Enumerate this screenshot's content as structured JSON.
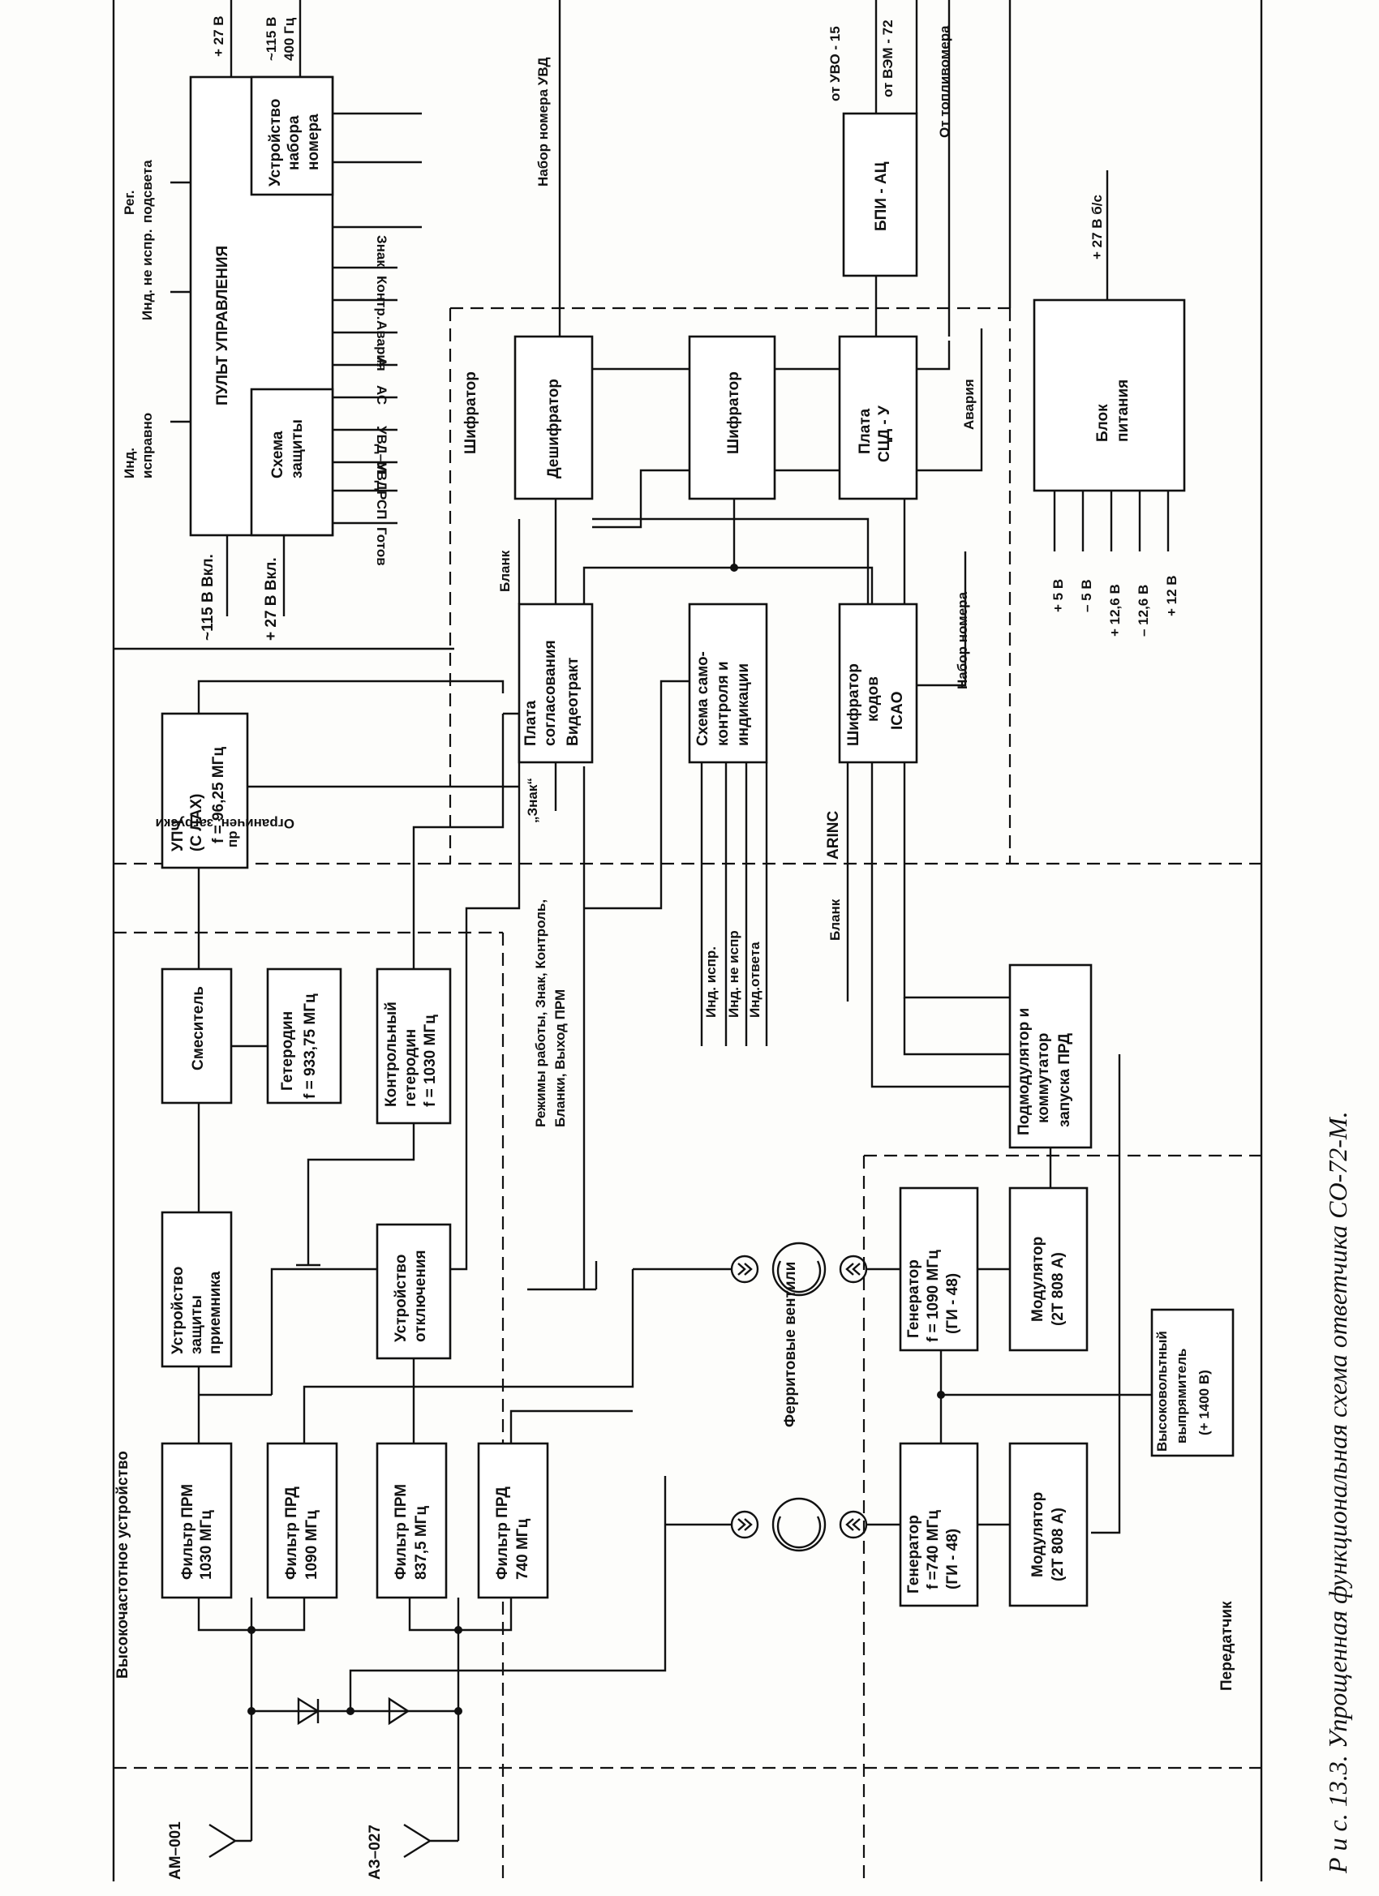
{
  "caption": "Р и с. 13.3. Упрощенная функциональная схема ответчика СО-72-М.",
  "sections": {
    "hf_device": "Высокочастотное устройство",
    "transmitter": "Передатчик",
    "coder": "Шифратор",
    "ferrite": "Ферритовые вентили"
  },
  "antennas": {
    "top": "АМ–001",
    "bottom": "АЗ–027"
  },
  "filters": {
    "f1": [
      "Фильтр ПРМ",
      "1030 МГц"
    ],
    "f2": [
      "Фильтр ПРД",
      "1090 МГц"
    ],
    "f3": [
      "Фильтр ПРМ",
      "837,5 МГц"
    ],
    "f4": [
      "Фильтр ПРД",
      "740 МГц"
    ]
  },
  "blocks": {
    "protect": [
      "Устройство",
      "защиты",
      "приемника"
    ],
    "mixer": "Смеситель",
    "lo": [
      "Гетеродин",
      "f = 933,75 МГц"
    ],
    "ctrl_lo": [
      "Контрольный",
      "гетеродин",
      "f = 1030 МГц"
    ],
    "disconnect": [
      "Устройство",
      "отключения"
    ],
    "if_amp": [
      "УПЧ",
      "(С ЛАХ)",
      "f   = 96,25 МГц",
      "пр"
    ],
    "match": [
      "Плата",
      "согласования",
      "Видеотракт"
    ],
    "selftest": [
      "Схема само-",
      "контроля и",
      "индикации"
    ],
    "icao": [
      "Шифратор",
      "кодов",
      "ICAO"
    ],
    "decoder": "Дешифратор",
    "coder_blk": "Шифратор",
    "ssd": [
      "Плата",
      "СЦД - У"
    ],
    "bpi": "БПИ - АЦ",
    "psu": [
      "Блок",
      "питания"
    ],
    "submod": [
      "Подмодулятор и",
      "коммутатор",
      "запуска ПРД"
    ],
    "gen1090": [
      "Генератор",
      "f = 1090 МГц",
      "(ГИ - 48)"
    ],
    "mod1": [
      "Модулятор",
      "(2Т 808 А)"
    ],
    "gen740": [
      "Генератор",
      "f =740 МГц",
      "(ГИ - 48)"
    ],
    "mod2": [
      "Модулятор",
      "(2Т 808 А)"
    ],
    "hv": [
      "Высоковольтный",
      "выпрямитель",
      "(+ 1400 В)"
    ],
    "panel": "ПУЛЬТ   УПРАВЛЕНИЯ",
    "protect_circuit": [
      "Схема",
      "защиты"
    ],
    "num_dev": [
      "Устройство",
      "набора",
      "номера"
    ]
  },
  "signals": {
    "s115on": "~115 В Вкл.",
    "s27on": "+ 27 В Вкл.",
    "ind_ok": [
      "Инд.",
      "исправно"
    ],
    "ind_fault": "Инд. не испр.",
    "backlight": [
      "Рег.",
      "подсвета"
    ],
    "p27": "+ 27 В",
    "p115": [
      "~115 В",
      "400 Гц"
    ],
    "outputs": [
      "Готов",
      "РСП",
      "УВД",
      "УВД–М",
      "АС",
      "А",
      "Авария",
      "Контр.",
      "Знак"
    ],
    "uvd_num": "Набор номера УВД",
    "from_uvo": "от УВО - 15",
    "from_vem": "от ВЭМ - 72",
    "from_fuel": "От топливомера",
    "p27bs": "+ 27 В б/с",
    "alarm": "Авария",
    "num_set": "Набор номера",
    "blank": "Бланк",
    "blank2": "Бланк",
    "limit": "Ограничен. загрузки",
    "znak": "„Знак“",
    "arinc": "ARINC",
    "modes": [
      "Режимы работы, Знак, Контроль,",
      "Бланки, Выход ПРМ"
    ],
    "ind_outputs": [
      "Инд. испр.",
      "Инд. не испр",
      "Инд.ответа"
    ],
    "psu_out": [
      "+ 5 В",
      "– 5 В",
      "+ 12,6 В",
      "– 12,6 В",
      "+ 12 В"
    ]
  }
}
